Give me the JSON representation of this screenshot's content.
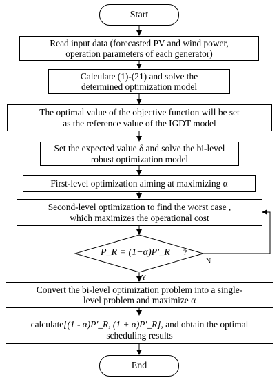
{
  "flowchart": {
    "start": "Start",
    "end": "End",
    "step1": [
      "Read input data (forecasted PV and wind power,",
      "operation parameters of each generator)"
    ],
    "step2": [
      "Calculate (1)-(21) and solve the",
      "determined optimization model"
    ],
    "step3": [
      "The optimal value of the objective function will be set",
      "as the reference value of the IGDT model"
    ],
    "step4": [
      "Set the expected value δ and solve the bi-level",
      "robust optimization model"
    ],
    "step5": "First-level optimization aiming at maximizing α",
    "step6": [
      "Second-level optimization to find the worst case ,",
      "which maximizes the operational cost"
    ],
    "decision": {
      "condition": "P_R = (1−α)P′_R",
      "question_mark": "?"
    },
    "label_yes": "Y",
    "label_no": "N",
    "step7": [
      "Convert the bi-level optimization problem into a single-",
      "level problem and  maximize  α"
    ],
    "step8": {
      "prefix": "calculate",
      "interval": "[(1 - α)P′_R,  (1 + α)P′_R]",
      "suffix": ", and obtain the optimal",
      "line2": "scheduling results"
    }
  }
}
